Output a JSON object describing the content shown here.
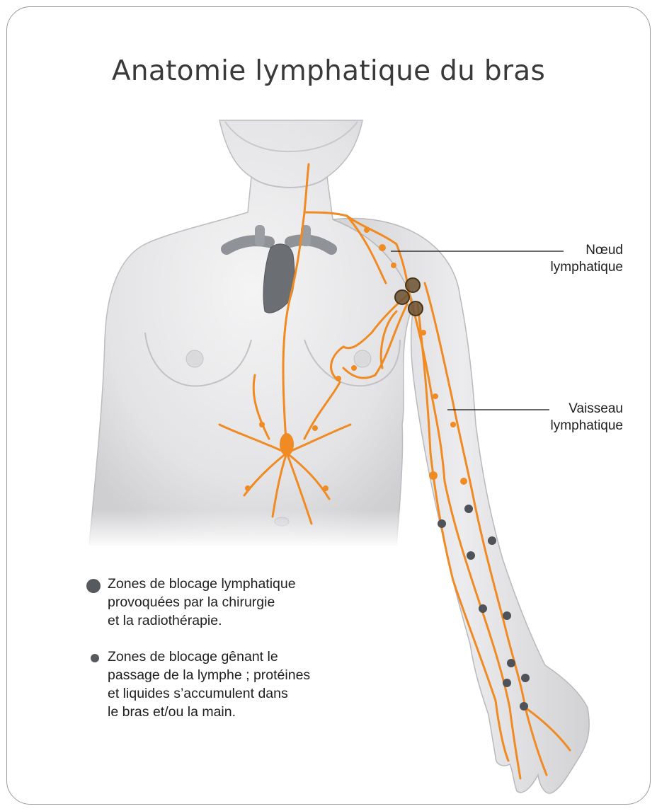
{
  "title": "Anatomie lymphatique du bras",
  "labels": {
    "node": [
      "Nœud",
      "lymphatique"
    ],
    "vessel": [
      "Vaisseau",
      "lymphatique"
    ]
  },
  "legend": [
    {
      "marker": "large-dot",
      "lines": [
        "Zones de blocage lymphatique",
        "provoquées par la chirurgie",
        "et la radiothérapie."
      ]
    },
    {
      "marker": "small-dot",
      "lines": [
        "Zones de blocage gênant le",
        "passage de la lymphe ; protéines",
        "et liquides s’accumulent dans",
        "le bras et/ou la main."
      ]
    }
  ],
  "colors": {
    "lymph": "#f08a22",
    "body_fill": "#e2e2e4",
    "body_outline": "#b9b9bd",
    "blockage": "#4f5358",
    "node_blockage": "#6a5030",
    "vessels": "#8f9296"
  }
}
